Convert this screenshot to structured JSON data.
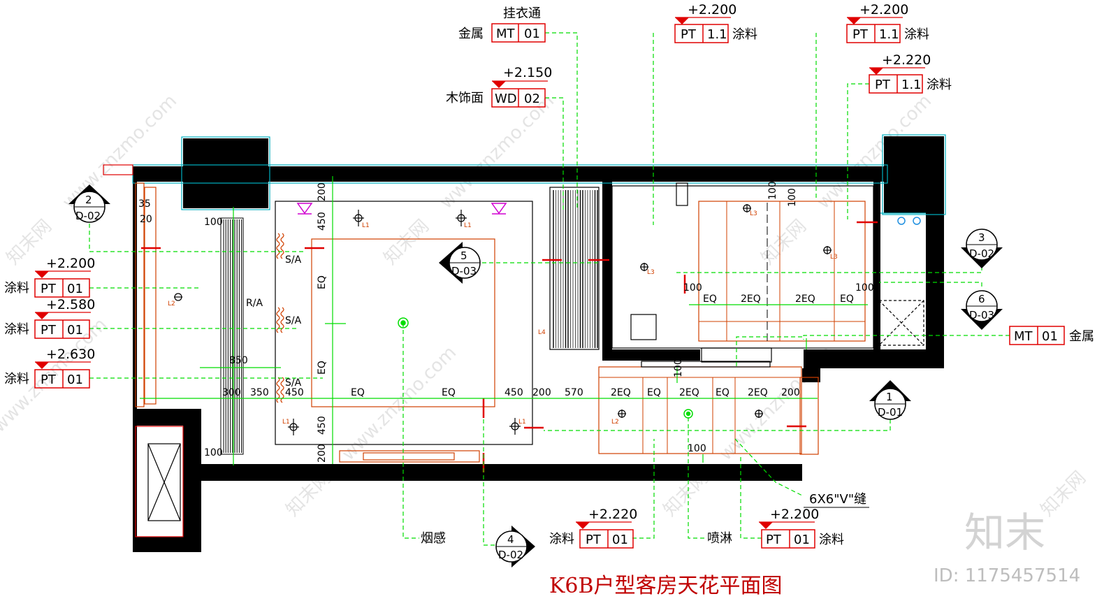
{
  "title": "K6B户型客房天花平面图",
  "watermark": {
    "id_text": "ID: 1175457514",
    "logo": "知末",
    "site": "www.znzmo.com",
    "cn": "知末网"
  },
  "colors": {
    "wall": "#000000",
    "leader": "#00dd00",
    "tag": "#e00000",
    "outline": "#d04000",
    "cyan": "#00b0c0",
    "magenta": "#d000d0"
  },
  "tags": [
    {
      "name": "mt01-top",
      "level": "",
      "prefix": "金属",
      "suffix": "",
      "code": "MT",
      "num": "01",
      "note": "挂衣通"
    },
    {
      "name": "wd02",
      "level": "+2.150",
      "prefix": "木饰面",
      "suffix": "",
      "code": "WD",
      "num": "02",
      "note": ""
    },
    {
      "name": "pt11-a",
      "level": "+2.200",
      "prefix": "",
      "suffix": "涂料",
      "code": "PT",
      "num": "1.1",
      "note": ""
    },
    {
      "name": "pt11-b",
      "level": "+2.200",
      "prefix": "",
      "suffix": "涂料",
      "code": "PT",
      "num": "1.1",
      "note": ""
    },
    {
      "name": "pt11-c",
      "level": "+2.220",
      "prefix": "",
      "suffix": "涂料",
      "code": "PT",
      "num": "1.1",
      "note": ""
    },
    {
      "name": "pt01-left-a",
      "level": "+2.200",
      "prefix": "涂料",
      "suffix": "",
      "code": "PT",
      "num": "01",
      "note": ""
    },
    {
      "name": "pt01-left-b",
      "level": "+2.580",
      "prefix": "涂料",
      "suffix": "",
      "code": "PT",
      "num": "01",
      "note": ""
    },
    {
      "name": "pt01-left-c",
      "level": "+2.630",
      "prefix": "涂料",
      "suffix": "",
      "code": "PT",
      "num": "01",
      "note": ""
    },
    {
      "name": "mt01-right",
      "level": "",
      "prefix": "",
      "suffix": "金属",
      "code": "MT",
      "num": "01",
      "note": ""
    },
    {
      "name": "pt01-bottom-a",
      "level": "+2.220",
      "prefix": "涂料",
      "suffix": "",
      "code": "PT",
      "num": "01",
      "note": ""
    },
    {
      "name": "pt01-bottom-b",
      "level": "+2.200",
      "prefix": "",
      "suffix": "涂料",
      "code": "PT",
      "num": "01",
      "note": ""
    }
  ],
  "section_marks": [
    {
      "num": "2",
      "ref": "D-02"
    },
    {
      "num": "5",
      "ref": "D-03"
    },
    {
      "num": "3",
      "ref": "D-02"
    },
    {
      "num": "6",
      "ref": "D-03"
    },
    {
      "num": "1",
      "ref": "D-01"
    },
    {
      "num": "4",
      "ref": "D-02"
    }
  ],
  "notes": {
    "smoke": "烟感",
    "sprinkler": "喷淋",
    "v_groove": "6X6\"V\"缝"
  },
  "dims": {
    "left_top": "35",
    "left_top2": "20",
    "ra_top": "100",
    "ra_bottom": "100",
    "ra": "R/A",
    "sa1": "S/A",
    "sa2": "S/A",
    "sa3": "S/A",
    "d200_top": "200",
    "d450_top": "450",
    "d450_bot": "450",
    "d200_bot": "200",
    "eq_left1": "EQ",
    "eq_left2": "EQ",
    "row_850": "850",
    "row_300": "300",
    "row_350": "350",
    "row_450a": "450",
    "row_eq1": "EQ",
    "row_eq2": "EQ",
    "row_450b": "450",
    "row_200a": "200",
    "row_570": "570",
    "b_2eq1": "2EQ",
    "b_eq1": "EQ",
    "b_2eq2": "2EQ",
    "b_eq2": "EQ",
    "b_2eq3": "2EQ",
    "b_200": "200",
    "b_100": "100",
    "r_100l": "100",
    "r_eq1": "EQ",
    "r_2eq1": "2EQ",
    "r_2eq2": "2EQ",
    "r_eq2": "EQ",
    "r_100r": "100",
    "r_top100a": "100",
    "r_top100b": "100",
    "r_100v": "100"
  },
  "light_labels": {
    "l1": "L1",
    "l2": "L2",
    "l3": "L3",
    "l4": "L4"
  }
}
